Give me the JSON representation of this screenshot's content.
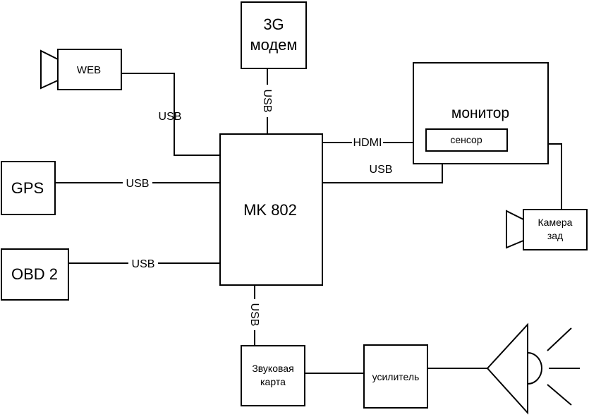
{
  "nodes": {
    "modem": [
      "3G",
      "модем"
    ],
    "web": "WEB",
    "monitor": "монитор",
    "sensor": "сенсор",
    "gps": "GPS",
    "mk802": "MK 802",
    "obd": "OBD 2",
    "camera": [
      "Камера",
      "зад"
    ],
    "soundcard": [
      "Звуковая",
      "карта"
    ],
    "amplifier": "усилитель"
  },
  "connections": {
    "web_mk": "USB",
    "modem_mk": "USB",
    "mk_monitor": "HDMI",
    "sensor_mk": "USB",
    "gps_mk": "USB",
    "obd_mk": "USB",
    "mk_soundcard": "USB"
  }
}
